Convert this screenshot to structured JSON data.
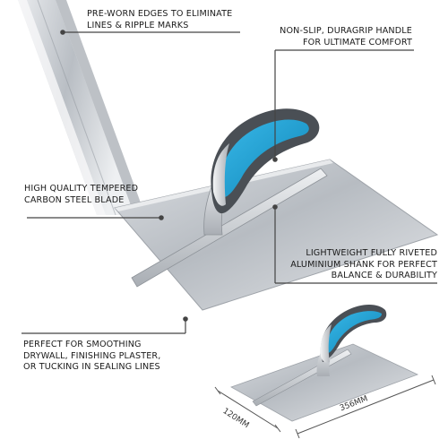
{
  "callouts": {
    "pre_worn": "PRE-WORN EDGES TO ELIMINATE\nLINES & RIPPLE MARKS",
    "handle": "NON-SLIP, DURAGRIP HANDLE\nFOR ULTIMATE COMFORT",
    "blade": "HIGH QUALITY TEMPERED\nCARBON STEEL BLADE",
    "shank": "LIGHTWEIGHT FULLY RIVETED\nALUMINIUM SHANK FOR PERFECT\nBALANCE & DURABILITY",
    "uses": "PERFECT FOR SMOOTHING\nDRYWALL, FINISHING PLASTER,\nOR TUCKING IN SEALING LINES"
  },
  "dimensions": {
    "width": "120MM",
    "length": "356MM"
  },
  "colors": {
    "handle_blue": "#1aa3d6",
    "handle_grip": "#4a4f55",
    "steel": "#c9cdd2",
    "aluminium": "#d7dadd",
    "leader_line": "#444444"
  }
}
